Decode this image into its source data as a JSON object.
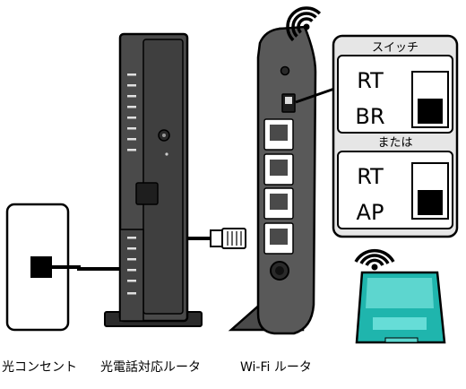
{
  "labels": {
    "outlet": "光コンセント",
    "onu": "光電話対応ルータ",
    "wifi": "Wi-Fi ルータ"
  },
  "switch_panel": {
    "title": "スイッチ",
    "option1": {
      "top": "RT",
      "bottom": "BR"
    },
    "separator": "または",
    "option2": {
      "top": "RT",
      "bottom": "AP"
    }
  },
  "colors": {
    "device_body": "#4a4a4a",
    "device_dark": "#2b2b2b",
    "laptop": "#1fb5ad",
    "panel_bg": "#e6e6e6"
  },
  "icons": [
    "wifi-signal-icon",
    "laptop-icon"
  ]
}
